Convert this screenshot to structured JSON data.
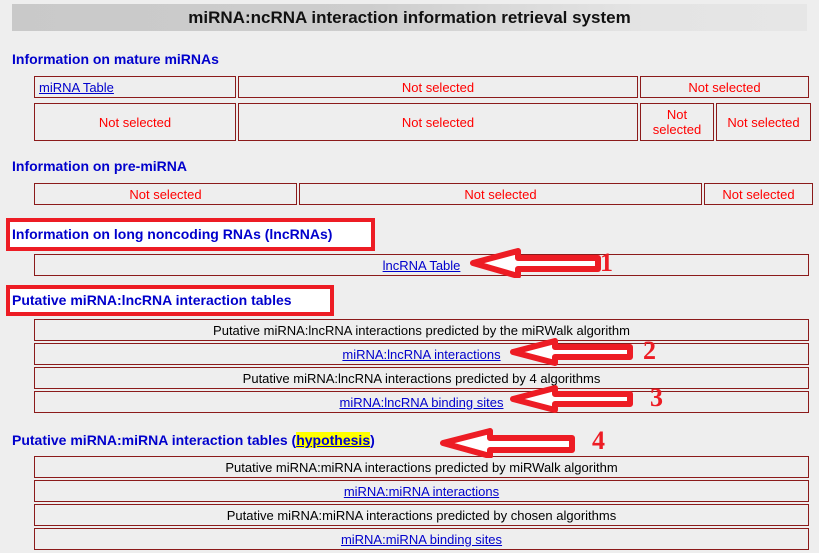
{
  "header": {
    "title": "miRNA:ncRNA interaction information retrieval system"
  },
  "sections": [
    {
      "id": "mature-mirnas",
      "heading": "Information on mature miRNAs",
      "highlighted": false,
      "rows": [
        {
          "cells": [
            {
              "text": "miRNA Table",
              "type": "link",
              "align": "left"
            },
            {
              "text": "Not selected",
              "type": "notselected"
            },
            {
              "text": "Not selected",
              "type": "notselected"
            }
          ]
        },
        {
          "cells": [
            {
              "text": "Not selected",
              "type": "notselected"
            },
            {
              "text": "Not selected",
              "type": "notselected"
            },
            {
              "text": "Not selected",
              "type": "notselected"
            },
            {
              "text": "Not selected",
              "type": "notselected"
            }
          ]
        }
      ]
    },
    {
      "id": "pre-mirna",
      "heading": "Information on pre-miRNA",
      "highlighted": false,
      "rows": [
        {
          "cells": [
            {
              "text": "Not selected",
              "type": "notselected"
            },
            {
              "text": "Not selected",
              "type": "notselected"
            },
            {
              "text": "Not selected",
              "type": "notselected"
            }
          ]
        }
      ]
    },
    {
      "id": "lncrnas",
      "heading": "Information on long noncoding RNAs (lncRNAs)",
      "highlighted": true,
      "rows": [
        {
          "cells": [
            {
              "text": "lncRNA Table",
              "type": "link"
            }
          ]
        }
      ]
    },
    {
      "id": "mirna-lncrna-tables",
      "heading": "Putative miRNA:lncRNA interaction tables",
      "highlighted": true,
      "rows": [
        {
          "cells": [
            {
              "text": "Putative miRNA:lncRNA interactions predicted by the miRWalk algorithm",
              "type": "text"
            }
          ]
        },
        {
          "cells": [
            {
              "text": "miRNA:lncRNA interactions",
              "type": "link"
            }
          ]
        },
        {
          "cells": [
            {
              "text": "Putative miRNA:lncRNA interactions predicted by 4 algorithms",
              "type": "text"
            }
          ]
        },
        {
          "cells": [
            {
              "text": "miRNA:lncRNA binding sites",
              "type": "link"
            }
          ]
        }
      ]
    },
    {
      "id": "mirna-mirna-tables",
      "heading_prefix": "Putative miRNA:miRNA interaction tables (",
      "heading_link": "hypothesis",
      "heading_suffix": ")",
      "highlighted": false,
      "rows": [
        {
          "cells": [
            {
              "text": "Putative miRNA:miRNA interactions predicted by miRWalk algorithm",
              "type": "text"
            }
          ]
        },
        {
          "cells": [
            {
              "text": "miRNA:miRNA interactions",
              "type": "link"
            }
          ]
        },
        {
          "cells": [
            {
              "text": "Putative miRNA:miRNA interactions predicted by chosen algorithms",
              "type": "text"
            }
          ]
        },
        {
          "cells": [
            {
              "text": "miRNA:miRNA binding sites",
              "type": "link"
            }
          ]
        }
      ]
    }
  ],
  "annotations": {
    "numbers": [
      "1",
      "2",
      "3",
      "4"
    ],
    "color": "#ed1c24"
  },
  "colors": {
    "link": "#0000cc",
    "not_selected": "#ff0000",
    "cell_border": "#8b1a1a",
    "annotation_red": "#ed1c24",
    "highlight_yellow": "#ffff00",
    "page_background": "#eeeeee"
  }
}
